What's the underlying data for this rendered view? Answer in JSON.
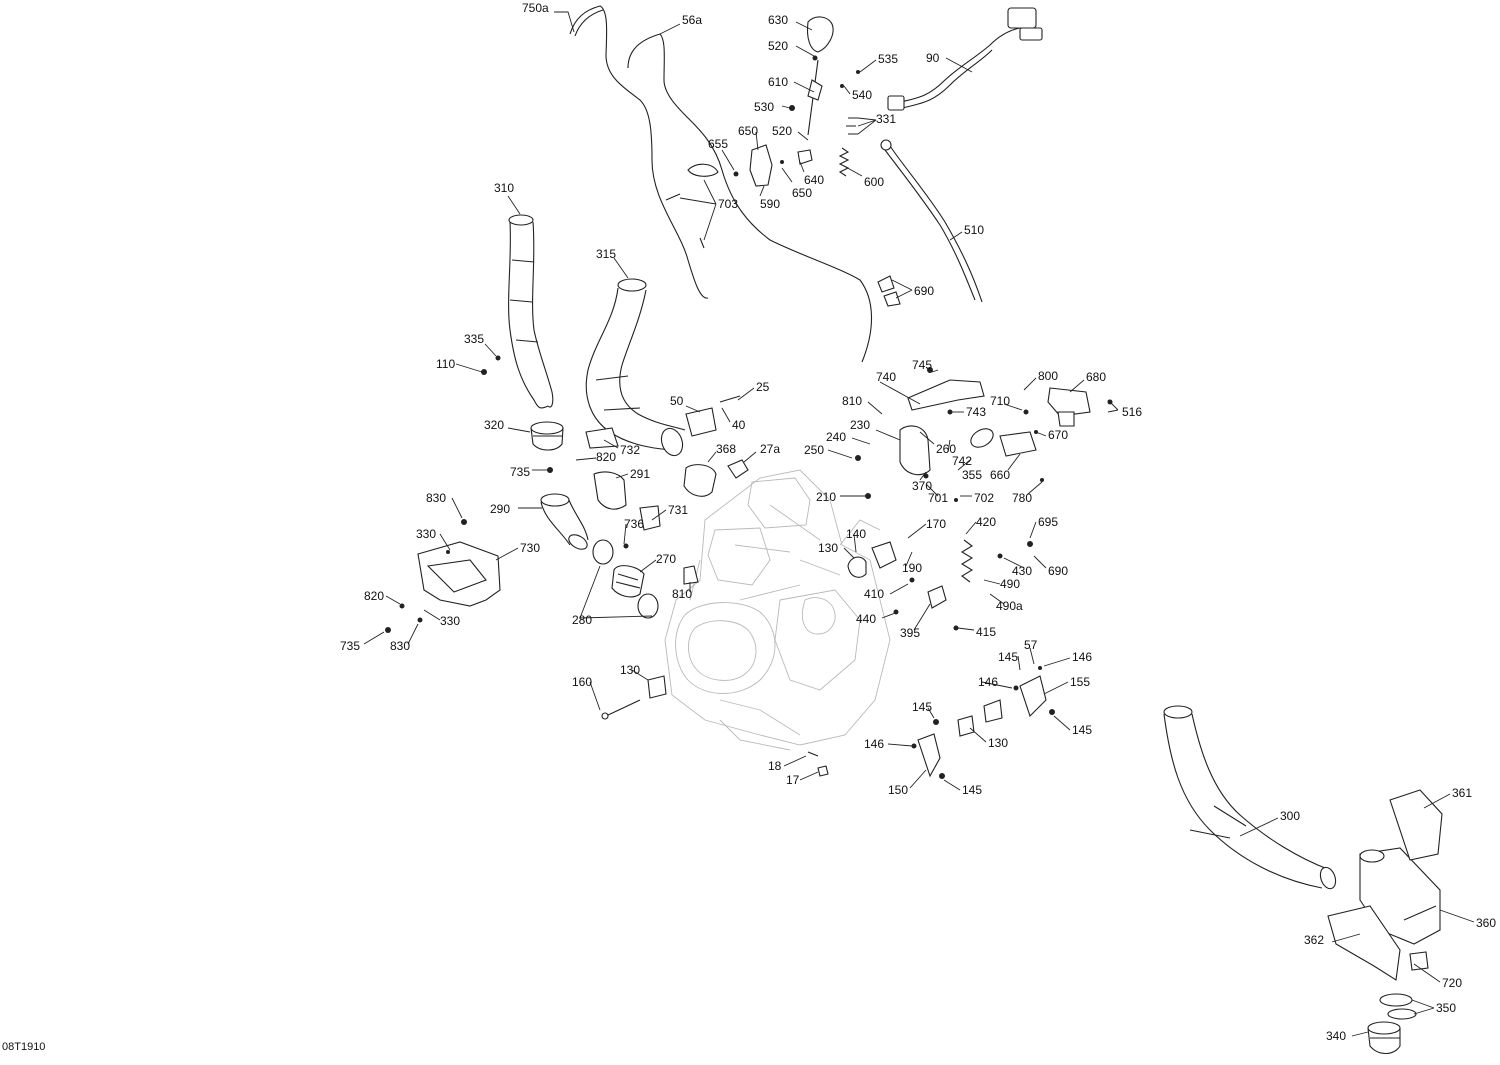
{
  "reference_code": "08T1910",
  "callouts": [
    "750a",
    "56a",
    "630",
    "520",
    "535",
    "90",
    "610",
    "540",
    "530",
    "520",
    "331",
    "650",
    "655",
    "600",
    "640",
    "650",
    "590",
    "703",
    "510",
    "310",
    "315",
    "690",
    "335",
    "110",
    "745",
    "800",
    "680",
    "740",
    "25",
    "50",
    "40",
    "810",
    "743",
    "710",
    "516",
    "230",
    "742",
    "670",
    "320",
    "732",
    "368",
    "27a",
    "240",
    "260",
    "250",
    "820",
    "291",
    "735",
    "355",
    "660",
    "370",
    "701",
    "702",
    "780",
    "210",
    "830",
    "290",
    "731",
    "736",
    "420",
    "695",
    "140",
    "170",
    "330",
    "730",
    "130",
    "190",
    "430",
    "690",
    "270",
    "490",
    "820",
    "810",
    "410",
    "490a",
    "330",
    "280",
    "440",
    "395",
    "415",
    "735",
    "830",
    "57",
    "145",
    "146",
    "130",
    "160",
    "146",
    "155",
    "145",
    "145",
    "130",
    "146",
    "18",
    "17",
    "150",
    "145",
    "300",
    "361",
    "360",
    "362",
    "720",
    "350",
    "340"
  ]
}
